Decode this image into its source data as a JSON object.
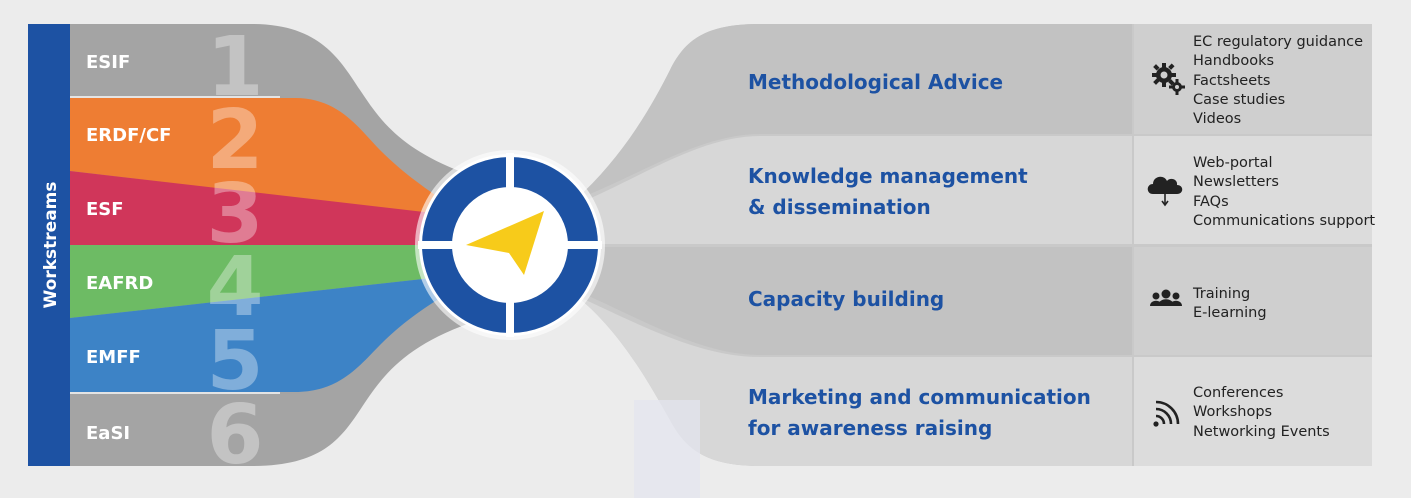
{
  "workstreams_label": "Workstreams",
  "colors": {
    "blue": "#1d52a3",
    "grey": "#a4a4a4",
    "orange": "#ee7d33",
    "red": "#d0365a",
    "green": "#6dbb64",
    "lightblue": "#3d83c6",
    "yellow": "#f7cb1a"
  },
  "workstreams": [
    {
      "label": "ESIF",
      "number": "1"
    },
    {
      "label": "ERDF/CF",
      "number": "2"
    },
    {
      "label": "ESF",
      "number": "3"
    },
    {
      "label": "EAFRD",
      "number": "4"
    },
    {
      "label": "EMFF",
      "number": "5"
    },
    {
      "label": "EaSI",
      "number": "6"
    }
  ],
  "categories": [
    {
      "title_lines": [
        "Methodological Advice"
      ],
      "icon": "gears-icon",
      "items": [
        "EC regulatory guidance",
        "Handbooks",
        "Factsheets",
        "Case studies",
        "Videos"
      ]
    },
    {
      "title_lines": [
        "Knowledge management",
        "& dissemination"
      ],
      "icon": "cloud-download-icon",
      "items": [
        "Web-portal",
        "Newsletters",
        "FAQs",
        "Communications support"
      ]
    },
    {
      "title_lines": [
        "Capacity building"
      ],
      "icon": "people-icon",
      "items": [
        "Training",
        "E-learning"
      ]
    },
    {
      "title_lines": [
        "Marketing and communication",
        "for awareness raising"
      ],
      "icon": "wifi-signal-icon",
      "items": [
        "Conferences",
        "Workshops",
        "Networking Events"
      ]
    }
  ]
}
